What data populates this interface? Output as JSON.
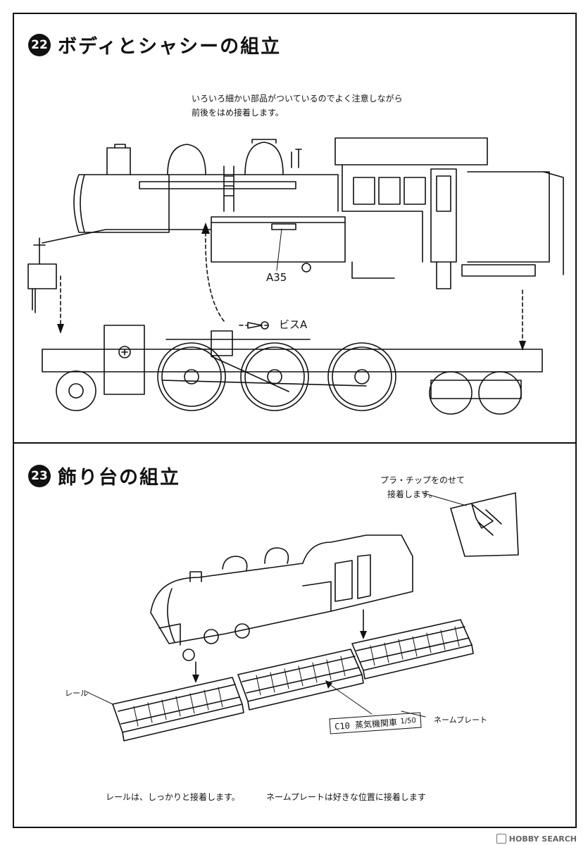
{
  "step22": {
    "number": "22",
    "title": "ボディとシャシーの組立",
    "note_line1": "いろいろ細かい部品がついているのでよく注意しながら",
    "note_line2": "前後をはめ接着します。",
    "part_label": "A35",
    "screw_label": "ビスA"
  },
  "step23": {
    "number": "23",
    "title": "飾り台の組立",
    "chip_note_line1": "プラ・チップをのせて",
    "chip_note_line2": "接着します。",
    "rail_label": "レール",
    "nameplate_label": "ネームプレート",
    "nameplate_text": "C10 蒸気機関車",
    "nameplate_scale": "1/50",
    "bottom_note_rail": "レールは、しっかりと接着します。",
    "bottom_note_plate": "ネームプレートは好きな位置に接着します"
  },
  "watermark": {
    "text": "HOBBY SEARCH"
  },
  "icons": [
    "screw-icon",
    "arrow-down-icon"
  ]
}
